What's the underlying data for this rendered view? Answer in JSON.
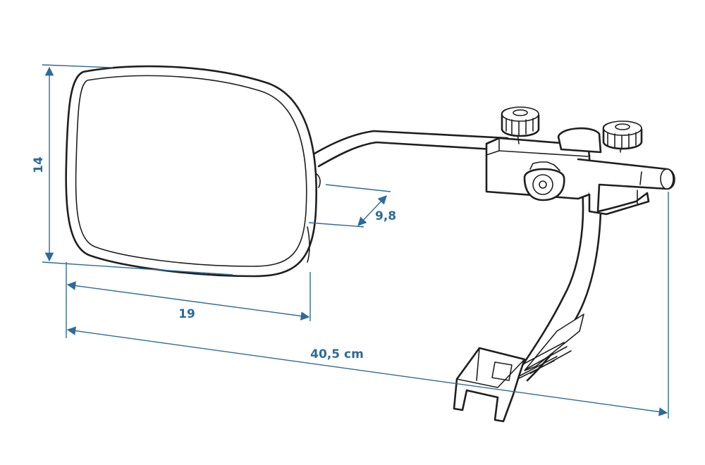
{
  "colors": {
    "dimension": "#2e6a9a",
    "outline": "#1f1f1f",
    "background": "#ffffff"
  },
  "dimensions": {
    "height_label": "14",
    "depth_label": "9,8",
    "mirror_width_label": "19",
    "total_length_label": "40,5 cm"
  }
}
